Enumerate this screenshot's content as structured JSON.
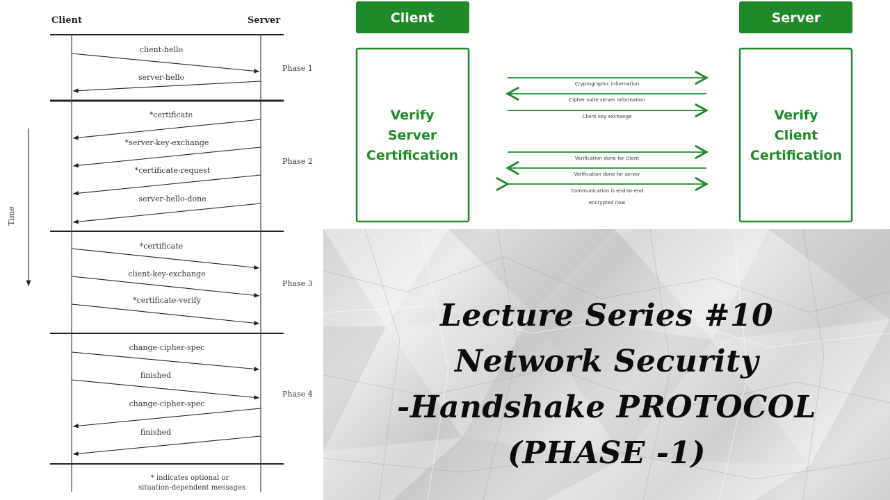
{
  "seq": {
    "client_label": "Client",
    "server_label": "Server",
    "time_label": "Time",
    "phases": [
      "Phase 1",
      "Phase 2",
      "Phase 3",
      "Phase 4"
    ],
    "messages": [
      "client-hello",
      "server-hello",
      "*certificate",
      "*server-key-exchange",
      "*certificate-request",
      "server-hello-done",
      "*certificate",
      "client-key-exchange",
      "*certificate-verify",
      "change-cipher-spec",
      "finished",
      "change-cipher-spec",
      "finished"
    ],
    "note_line1": "* indicates optional or",
    "note_line2": "situation-dependent messages"
  },
  "green": {
    "client_header": "Client",
    "server_header": "Server",
    "client_box": [
      "Verify",
      "Server",
      "Certification"
    ],
    "server_box": [
      "Verify",
      "Client",
      "Certification"
    ],
    "arrows": [
      "Cryptographic information",
      "Cipher suite server information",
      "Client key exchange",
      "Verification done for client",
      "Verification done for server",
      "Communication is end-to-end",
      "encrypted now"
    ],
    "color": "#1f8a2a"
  },
  "title": {
    "line1": "Lecture Series #10",
    "line2": "Network Security",
    "line3": "-Handshake PROTOCOL",
    "line4": "(PHASE -1)"
  }
}
